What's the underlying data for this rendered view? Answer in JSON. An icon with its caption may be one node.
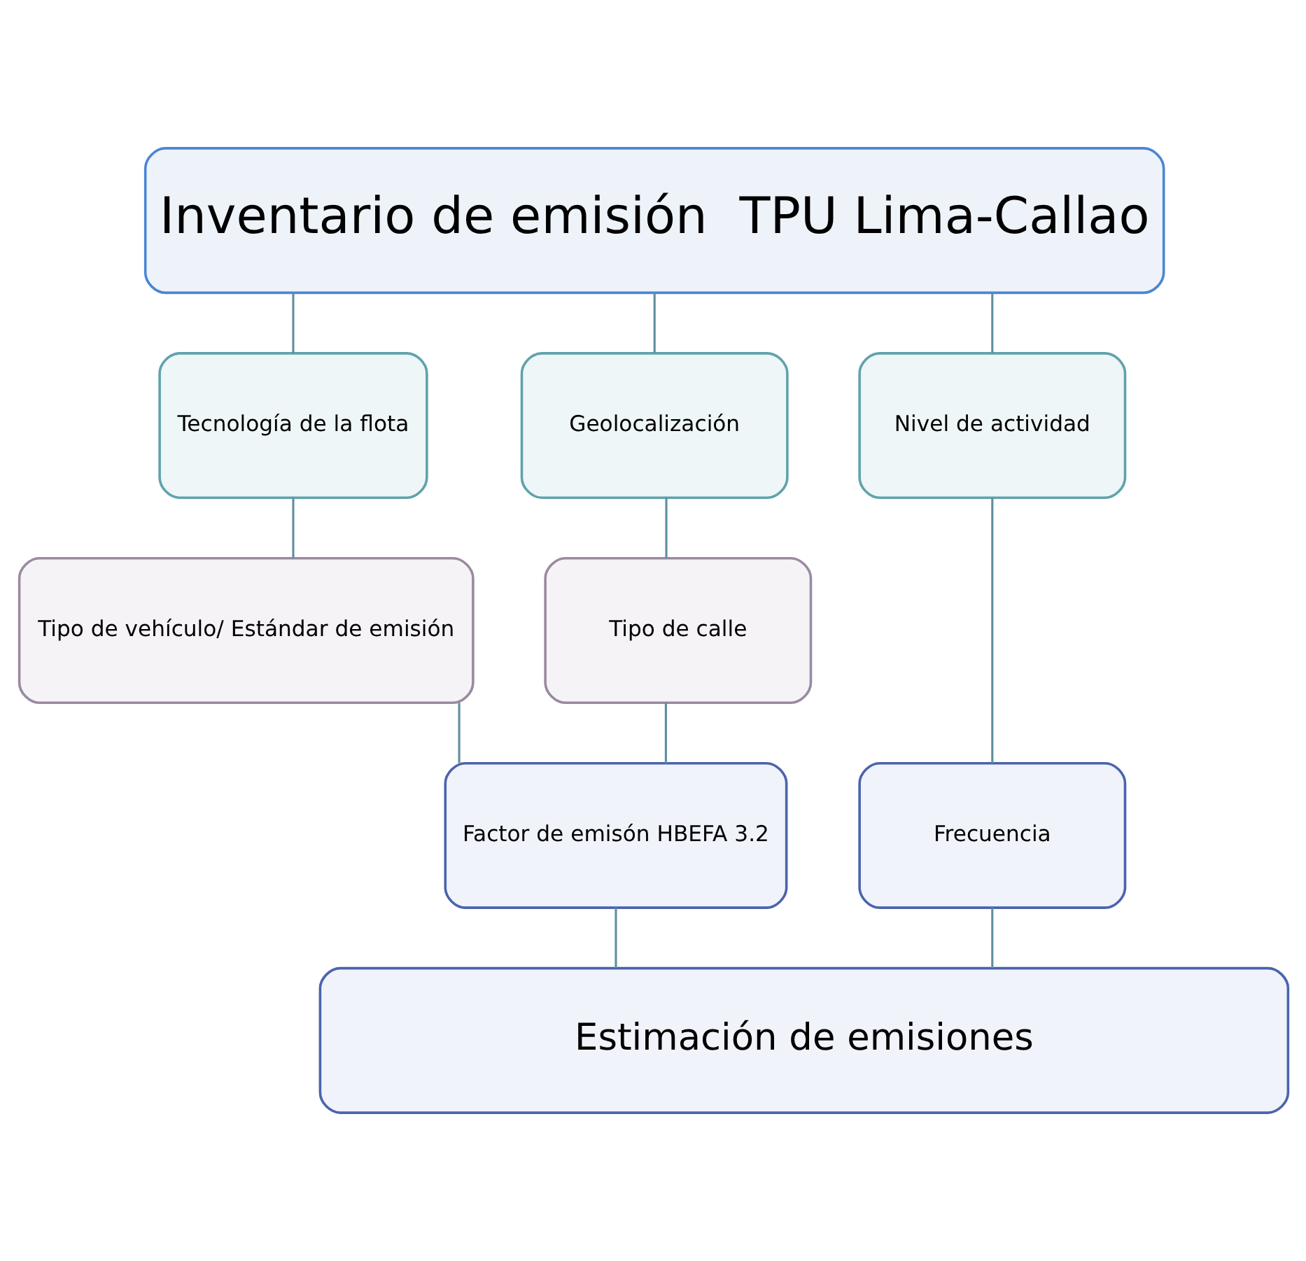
{
  "diagram": {
    "nodes": [
      {
        "text": [
          "Inventario de emisión  TPU Lima-Callao"
        ]
      },
      {
        "text": [
          "Tecnología de la flota"
        ]
      },
      {
        "text": [
          "Geolocalización"
        ]
      },
      {
        "text": [
          "Nivel de actividad"
        ]
      },
      {
        "text": [
          "Tipo de vehículo/ Estándar de emisión"
        ]
      },
      {
        "text": [
          "Tipo de calle"
        ]
      },
      {
        "text": [
          "Factor de emisón HBEFA 3.2"
        ]
      },
      {
        "text": [
          "Frecuencia"
        ]
      },
      {
        "text": [
          "Estimación de emisiones"
        ]
      }
    ],
    "edges": [
      {
        "from": 0,
        "to": 1,
        "arrow": "none"
      },
      {
        "from": 0,
        "to": 2,
        "arrow": "none"
      },
      {
        "from": 0,
        "to": 3,
        "arrow": "none"
      },
      {
        "from": 1,
        "to": 4,
        "arrow": "none"
      },
      {
        "from": 2,
        "to": 5,
        "arrow": "none"
      },
      {
        "from": 4,
        "to": 6,
        "arrow": "none"
      },
      {
        "from": 5,
        "to": 6,
        "arrow": "none"
      },
      {
        "from": 3,
        "to": 7,
        "arrow": "none"
      },
      {
        "from": 6,
        "to": 8,
        "arrow": "none"
      },
      {
        "from": 7,
        "to": 8,
        "arrow": "none"
      }
    ]
  }
}
